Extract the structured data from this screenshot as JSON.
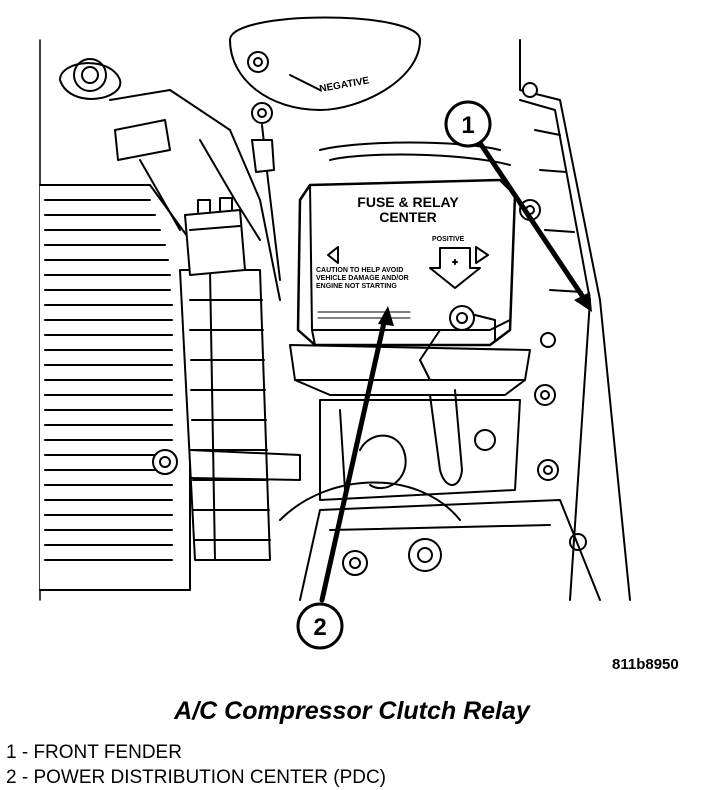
{
  "diagram": {
    "labels": {
      "negative": "NEGATIVE",
      "fuse_relay_line1": "FUSE & RELAY",
      "fuse_relay_line2": "CENTER",
      "positive": "POSITIVE",
      "caution_line1": "CAUTION TO HELP AVOID",
      "caution_line2": "VEHICLE DAMAGE AND/OR",
      "caution_line3": "ENGINE NOT STARTING"
    },
    "callouts": [
      {
        "number": "1"
      },
      {
        "number": "2"
      }
    ]
  },
  "figure_id": "811b8950",
  "caption": "A/C Compressor Clutch Relay",
  "legend": [
    {
      "text": "1 - FRONT FENDER"
    },
    {
      "text": "2 - POWER DISTRIBUTION CENTER (PDC)"
    }
  ]
}
